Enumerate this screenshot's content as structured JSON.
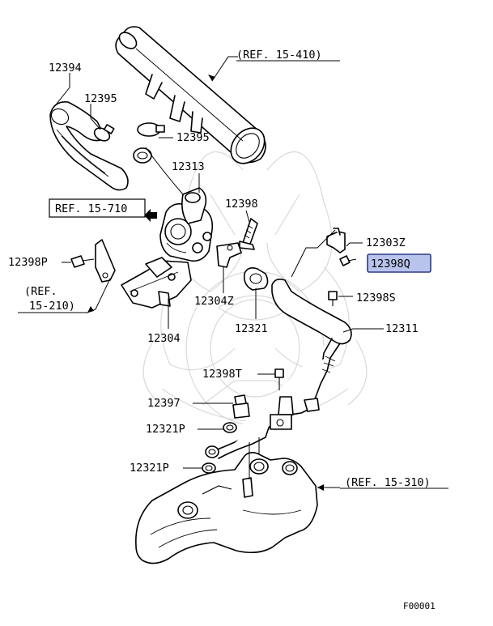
{
  "diagram": {
    "highlighted_part": "12398Q",
    "highlight_color": "#b9c4ec",
    "figure_code": "F00001",
    "part_labels": {
      "p12394": "12394",
      "p12395a": "12395",
      "p12395b": "12395",
      "p12313": "12313",
      "p12398": "12398",
      "p12303z": "12303Z",
      "p12398q": "12398Q",
      "p12398p": "12398P",
      "p12304z": "12304Z",
      "p12398s": "12398S",
      "p12304": "12304",
      "p12321": "12321",
      "p12311": "12311",
      "p12398t": "12398T",
      "p12397": "12397",
      "p12321p_a": "12321P",
      "p12321p_b": "12321P"
    },
    "refs": {
      "r15_410": "(REF. 15-410)",
      "r15_710": "REF. 15-710",
      "r15_210_line1": "(REF.",
      "r15_210_line2": "15-210)",
      "r15_310": "(REF. 15-310)"
    }
  }
}
